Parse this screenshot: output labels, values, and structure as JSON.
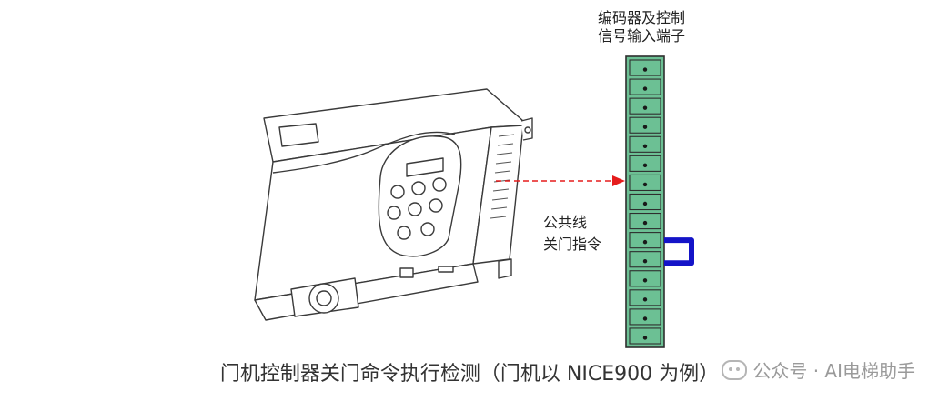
{
  "labels": {
    "terminal_top_line1": "编码器及控制",
    "terminal_top_line2": "信号输入端子",
    "common_line": "公共线",
    "door_close_cmd": "关门指令"
  },
  "caption": "门机控制器关门命令执行检测（门机以 NICE900 为例）",
  "watermark": {
    "source": "公众号 · AI电梯助手"
  },
  "colors": {
    "terminal_green": "#6cc094",
    "terminal_edge": "#2e2e2e",
    "jumper_blue": "#1414c8",
    "arrow_red": "#e51c1c",
    "device_line": "#3a3a3a"
  },
  "terminal_block": {
    "pin_count": 15,
    "jumper_pins": [
      10,
      11
    ]
  }
}
